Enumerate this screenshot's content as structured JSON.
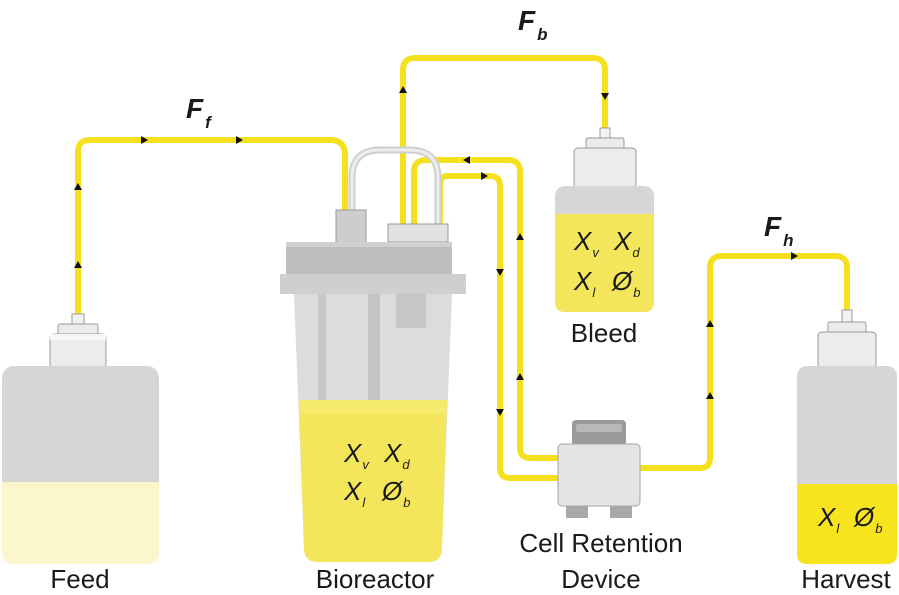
{
  "labels": {
    "feed": "Feed",
    "bioreactor": "Bioreactor",
    "cell_retention_line1": "Cell Retention",
    "cell_retention_line2": "Device",
    "bleed": "Bleed",
    "harvest": "Harvest"
  },
  "flows": {
    "feed": {
      "main": "F",
      "sub": "f"
    },
    "bleed": {
      "main": "F",
      "sub": "b"
    },
    "harvest": {
      "main": "F",
      "sub": "h"
    }
  },
  "bioreactor_vars": {
    "xv": {
      "main": "X",
      "sub": "v"
    },
    "xd": {
      "main": "X",
      "sub": "d"
    },
    "xl": {
      "main": "X",
      "sub": "l"
    },
    "phib": {
      "main": "Ø",
      "sub": "b"
    }
  },
  "bleed_vars": {
    "xv": {
      "main": "X",
      "sub": "v"
    },
    "xd": {
      "main": "X",
      "sub": "d"
    },
    "xl": {
      "main": "X",
      "sub": "l"
    },
    "phib": {
      "main": "Ø",
      "sub": "b"
    }
  },
  "harvest_vars": {
    "xl": {
      "main": "X",
      "sub": "l"
    },
    "phib": {
      "main": "Ø",
      "sub": "b"
    }
  },
  "colors": {
    "tube": "#f5e020",
    "liquid": "#f4e65a",
    "feed_liquid": "#fbf6cc",
    "bottle_gray": "#d4d4d4",
    "cap_gray": "#e6e6e6"
  }
}
